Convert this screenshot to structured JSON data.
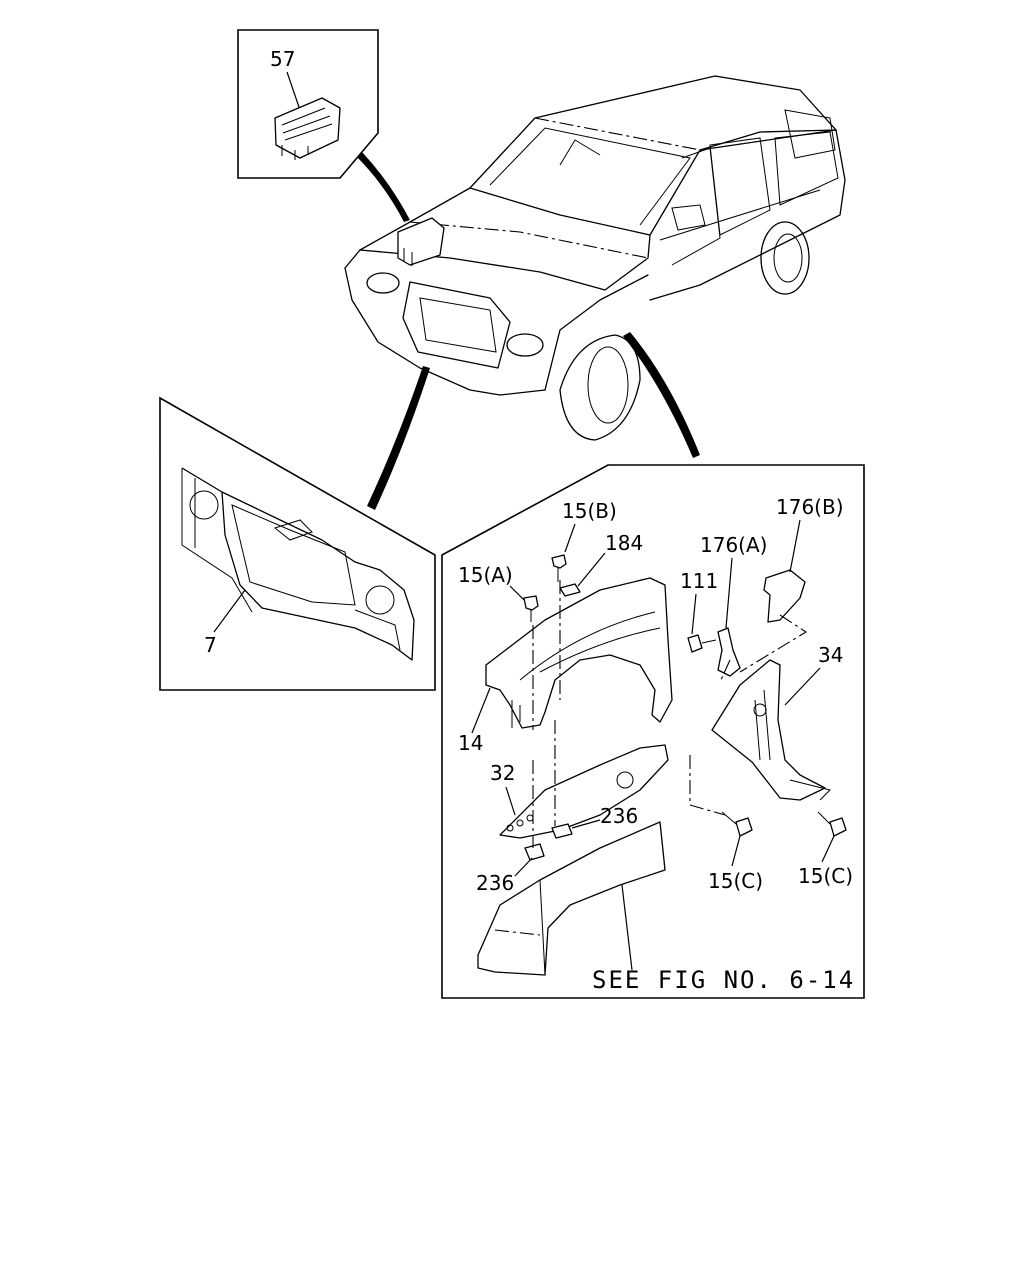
{
  "labels": {
    "l57": "57",
    "l7": "7",
    "l15b": "15(B)",
    "l184": "184",
    "l176a": "176(A)",
    "l176b": "176(B)",
    "l15a": "15(A)",
    "l111": "111",
    "l34": "34",
    "l14": "14",
    "l32": "32",
    "l236a": "236",
    "l236b": "236",
    "l15c1": "15(C)",
    "l15c2": "15(C)",
    "see_fig": "SEE FIG NO. 6-14"
  }
}
